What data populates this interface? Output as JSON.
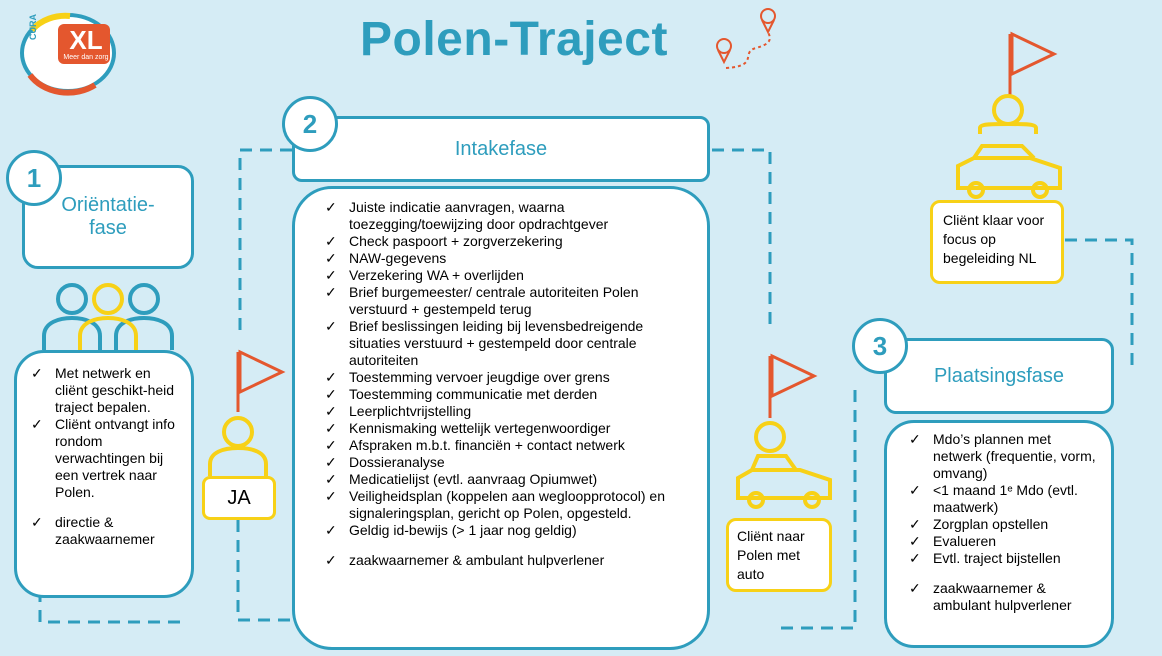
{
  "logo": {
    "text_main": "XL",
    "text_side": "CURA",
    "tagline": "Meer dan zorg"
  },
  "title": "Polen-Traject",
  "phases": [
    {
      "number": "1",
      "label_line1": "Oriëntatie-",
      "label_line2": "fase"
    },
    {
      "number": "2",
      "label": "Intakefase"
    },
    {
      "number": "3",
      "label": "Plaatsingsfase"
    }
  ],
  "phase1_items": [
    "Met netwerk en cliënt geschikt-heid traject bepalen.",
    "Cliënt ontvangt info rondom verwachtingen bij een vertrek naar Polen.",
    "directie & zaakwaarnemer"
  ],
  "phase2_items": [
    "Juiste indicatie aanvragen, waarna toezegging/toewijzing door opdrachtgever",
    "Check paspoort + zorgverzekering",
    "NAW-gegevens",
    "Verzekering WA + overlijden",
    "Brief burgemeester/ centrale autoriteiten Polen verstuurd + gestempeld terug",
    "Brief beslissingen leiding bij levensbedreigende situaties verstuurd + gestempeld door centrale autoriteiten",
    "Toestemming vervoer jeugdige over grens",
    "Toestemming communicatie met derden",
    "Leerplichtvrijstelling",
    "Kennismaking wettelijk vertegenwoordiger",
    "Afspraken m.b.t. financiën + contact netwerk",
    "Dossieranalyse",
    "Medicatielijst (evtl. aanvraag Opiumwet)",
    "Veiligheidsplan (koppelen aan wegloopprotocol) en signaleringsplan, gericht op Polen, opgesteld.",
    "Geldig id-bewijs (> 1 jaar nog geldig)",
    "zaakwaarnemer & ambulant hulpverlener"
  ],
  "phase3_items": [
    "Mdo’s plannen met netwerk (frequentie, vorm, omvang)",
    "<1 maand 1ᵉ Mdo (evtl. maatwerk)",
    "Zorgplan opstellen",
    "Evalueren",
    "Evtl. traject bijstellen",
    "zaakwaarnemer & ambulant hulpverlener"
  ],
  "check_mark": "✓",
  "ja_label": "JA",
  "client_naar_polen": "Cliënt naar Polen met auto",
  "client_klaar": "Cliënt klaar voor focus op begeleiding NL",
  "colors": {
    "accent": "#2e9dbd",
    "yellow": "#f7d117",
    "flag": "#e4572e",
    "background": "#d5ecf5"
  }
}
